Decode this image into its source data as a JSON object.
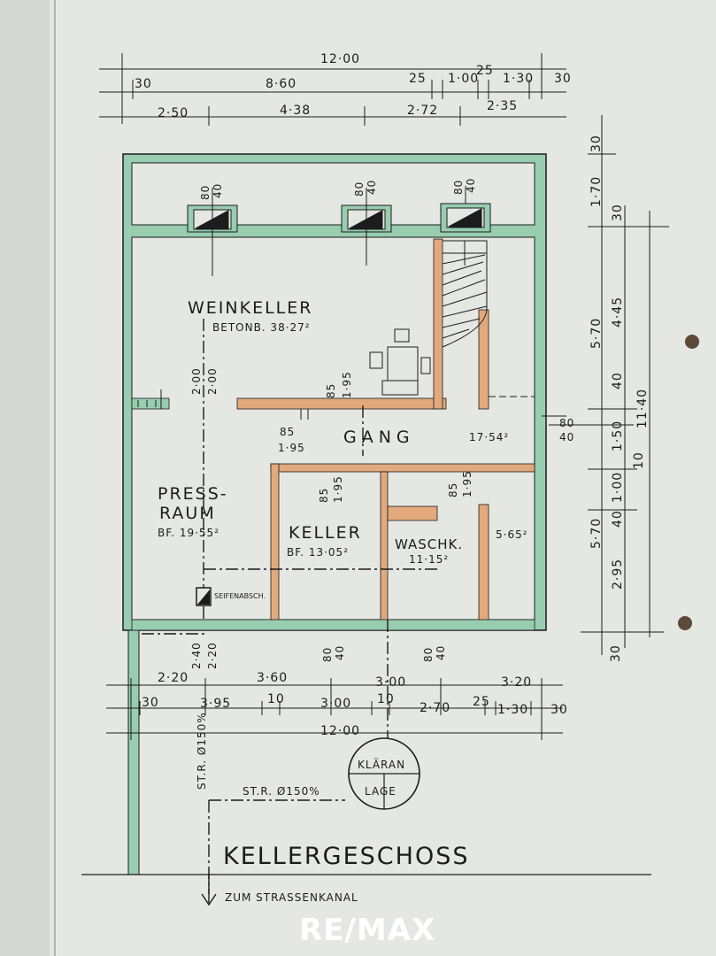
{
  "dimensions": {
    "top_total": "12·00",
    "top_row2": [
      "30",
      "8·60",
      "25",
      "1·00",
      "25",
      "1·30",
      "30"
    ],
    "top_row3": [
      "2·50",
      "4·38",
      "2·72",
      "2·35"
    ],
    "right_outer": [
      "30",
      "1·70",
      "5·70",
      "5·70",
      "30"
    ],
    "right_mid": [
      "30",
      "4·45",
      "40",
      "1·50",
      "10",
      "1·00",
      "40",
      "2·95",
      "30"
    ],
    "right_total": "11·40",
    "windows": [
      "80",
      "40"
    ],
    "wall_openings": [
      "2·00",
      "2·00",
      "85",
      "1·95",
      "85",
      "1·95",
      "85",
      "1·95",
      "85",
      "1·95",
      "80",
      "40",
      "80",
      "40",
      "2·40",
      "2·20"
    ],
    "bottom_row1": [
      "2·20",
      "3·60",
      "3·00",
      "3·20"
    ],
    "bottom_row2": [
      "30",
      "3·95",
      "10",
      "3·00",
      "10",
      "2·70",
      "25",
      "1·30",
      "30"
    ],
    "bottom_total": "12·00"
  },
  "rooms": {
    "weinkeller": {
      "name": "WEINKELLER",
      "info": "BETONB. 38·27²"
    },
    "gang": {
      "name": "GANG",
      "area": "17·54²"
    },
    "press1": "PRESS-",
    "press2": "RAUM",
    "press_area": "BF. 19·55²",
    "keller": {
      "name": "KELLER",
      "area": "BF. 13·05²"
    },
    "wasch": {
      "name": "WASCHK.",
      "area": "11·15²"
    },
    "small_area": "5·65²",
    "seifen": "SEIFENABSCH."
  },
  "drain": {
    "pipe1": "ST.R. Ø150%",
    "pipe2": "ST.R. Ø150%",
    "klaer1": "KLÄRAN",
    "klaer2": "LAGE",
    "outlet": "ZUM STRASSENKANAL"
  },
  "title": "KELLERGESCHOSS",
  "logo": "RE/MAX",
  "colors": {
    "wall_green": "#98cdb0",
    "wall_orange": "#e2a97c",
    "paper": "#e6e8e4",
    "ink": "#1c1c1c"
  }
}
